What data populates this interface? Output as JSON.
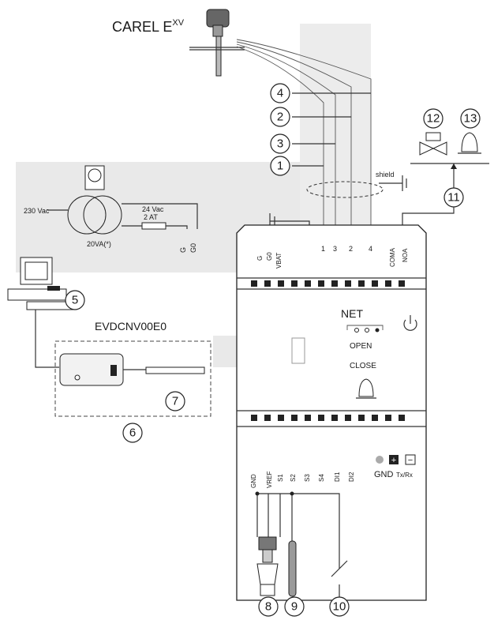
{
  "valve_label": {
    "main": "CAREL E",
    "sup": "XV"
  },
  "converter_label": "EVDCNV00E0",
  "supply": {
    "primary": "230 Vac",
    "secondary": "24 Vac",
    "rating": "20VA(*)",
    "fuse": "2 AT",
    "out_g": "G",
    "out_g0": "G0"
  },
  "shield_label": "shield",
  "top_terminals": [
    "G",
    "G0",
    "VBAT",
    "1",
    "3",
    "2",
    "4",
    "COMA",
    "NOA"
  ],
  "bottom_terminals": [
    "GND",
    "VREF",
    "S1",
    "S2",
    "S3",
    "S4",
    "DI1",
    "DI2"
  ],
  "panel": {
    "net": "NET",
    "open": "OPEN",
    "close": "CLOSE"
  },
  "bus": {
    "gnd": "GND",
    "plus": "+",
    "minus": "−",
    "tlan": "Tx/Rx"
  },
  "callouts": [
    "1",
    "2",
    "3",
    "4",
    "5",
    "6",
    "7",
    "8",
    "9",
    "10",
    "11",
    "12",
    "13"
  ]
}
